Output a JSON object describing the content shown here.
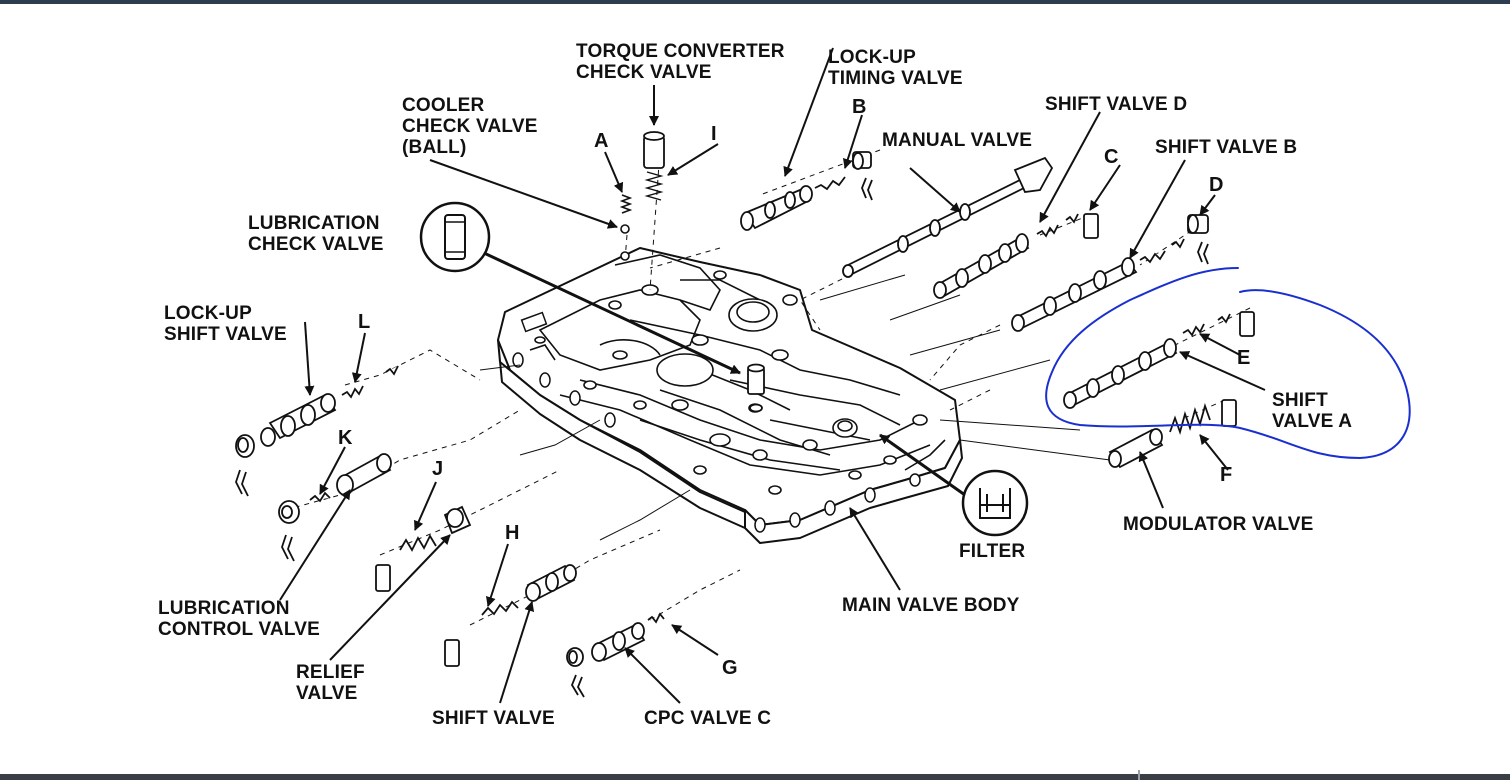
{
  "labels": {
    "torque_converter_check_valve": "TORQUE CONVERTER\nCHECK VALVE",
    "lock_up_timing_valve": "LOCK-UP\nTIMING VALVE",
    "cooler_check_valve": "COOLER\nCHECK VALVE\n(BALL)",
    "lubrication_check_valve": "LUBRICATION\nCHECK VALVE",
    "manual_valve": "MANUAL VALVE",
    "shift_valve_d": "SHIFT VALVE D",
    "shift_valve_b": "SHIFT VALVE B",
    "lock_up_shift_valve": "LOCK-UP\nSHIFT VALVE",
    "shift_valve_a": "SHIFT\nVALVE A",
    "modulator_valve": "MODULATOR VALVE",
    "filter": "FILTER",
    "main_valve_body": "MAIN VALVE BODY",
    "lubrication_control_valve": "LUBRICATION\nCONTROL VALVE",
    "relief_valve": "RELIEF\nVALVE",
    "shift_valve": "SHIFT VALVE",
    "cpc_valve_c": "CPC VALVE C"
  },
  "letters": {
    "a": "A",
    "b": "B",
    "c": "C",
    "d": "D",
    "e": "E",
    "f": "F",
    "g": "G",
    "h": "H",
    "i": "I",
    "j": "J",
    "k": "K",
    "l": "L"
  },
  "colors": {
    "ink": "#111111",
    "annotation": "#1a2fd0",
    "frame": "#2e3d50"
  }
}
